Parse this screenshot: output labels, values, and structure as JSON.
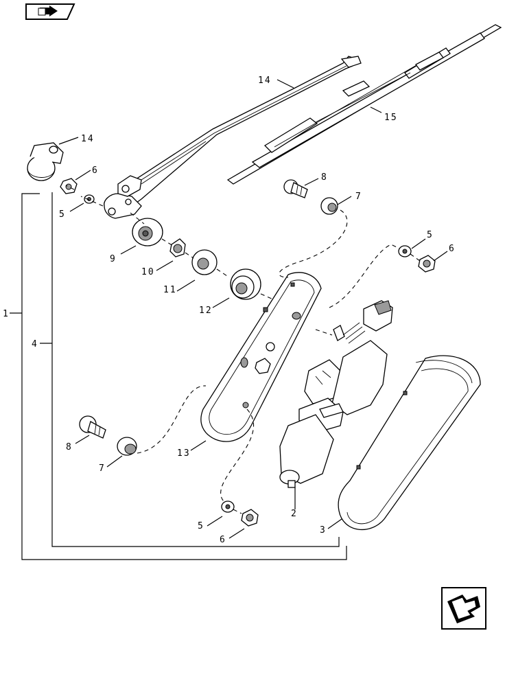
{
  "nav": {
    "top_icon": "book-arrow-icon",
    "bottom_icon": "return-arrow-icon"
  },
  "callouts": {
    "c14a": "14",
    "c14b": "14",
    "c15": "15",
    "c6a": "6",
    "c5a": "5",
    "c8a": "8",
    "c7a": "7",
    "c5b": "5",
    "c6b": "6",
    "c9": "9",
    "c10": "10",
    "c11": "11",
    "c12": "12",
    "c1": "1",
    "c4": "4",
    "c8b": "8",
    "c7b": "7",
    "c13": "13",
    "c2": "2",
    "c3": "3",
    "c5c": "5",
    "c6c": "6"
  }
}
